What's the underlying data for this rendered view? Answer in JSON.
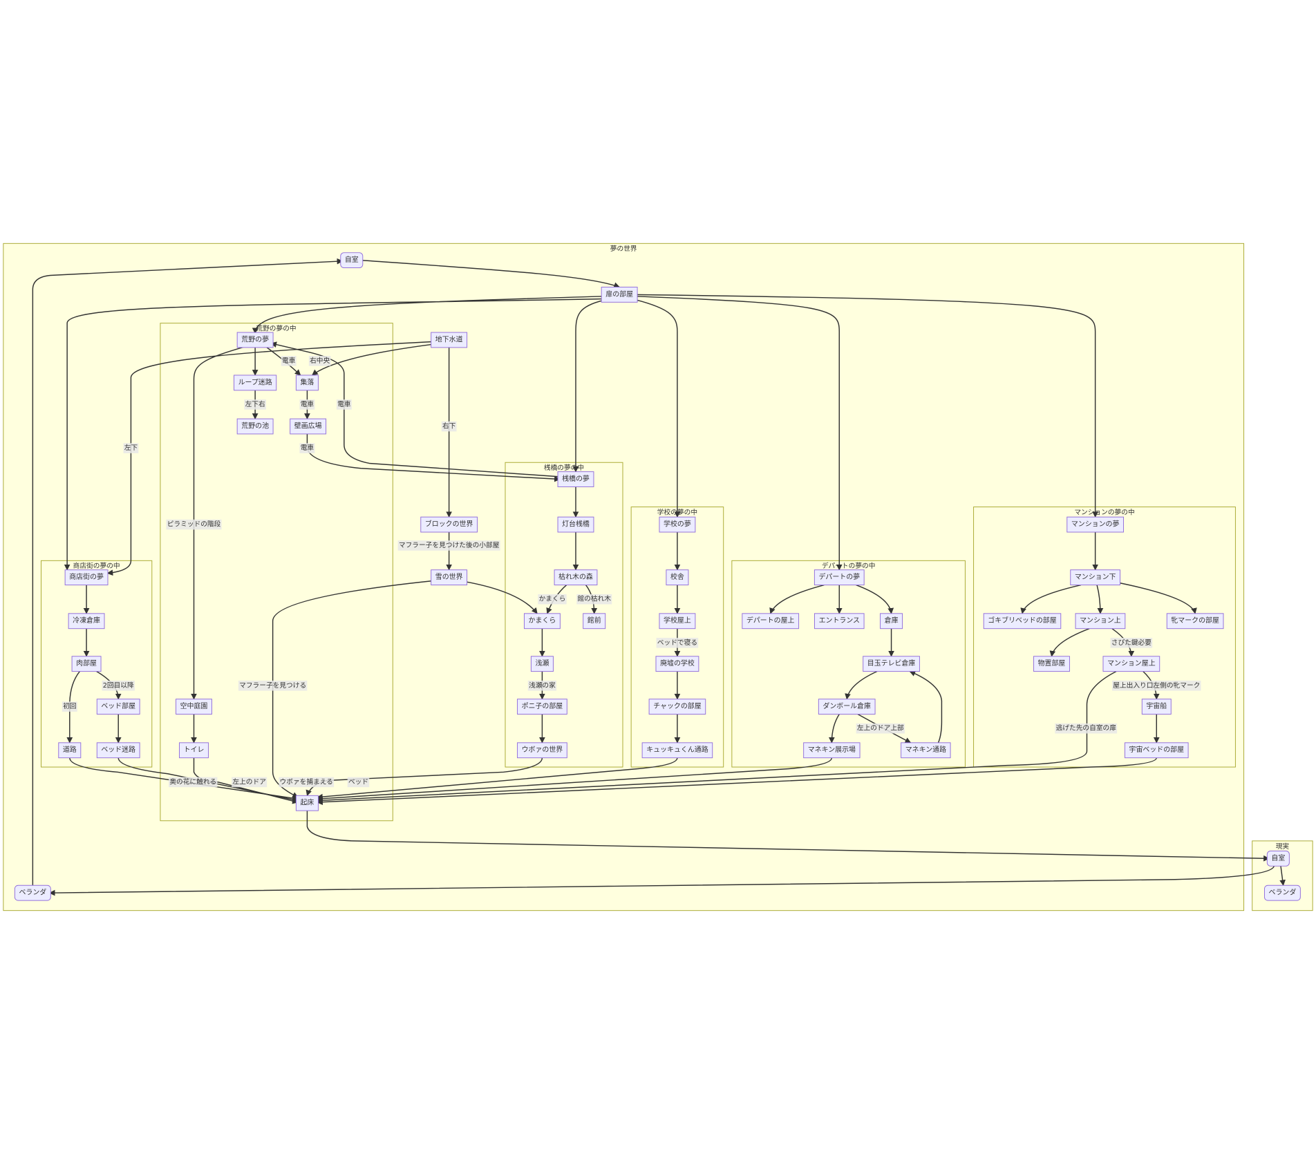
{
  "clusters": {
    "dream_world": "夢の世界",
    "wilderness": "荒野の夢の中",
    "shopping": "商店街の夢の中",
    "pier": "桟橋の夢の中",
    "school": "学校の夢の中",
    "department": "デパートの夢の中",
    "mansion": "マンションの夢の中",
    "reality": "現実"
  },
  "nodes": {
    "jishitsu": "自室",
    "tobira": "扉の部屋",
    "kouya": "荒野の夢",
    "chikasuido": "地下水道",
    "loop": "ループ迷路",
    "shuuraku": "集落",
    "kouya_ike": "荒野の池",
    "hekiga": "壁画広場",
    "sanbashi": "桟橋の夢",
    "block": "ブロックの世界",
    "toudai": "灯台桟橋",
    "gakkou": "学校の夢",
    "mansion": "マンションの夢",
    "shoutengai": "商店街の夢",
    "yuki": "雪の世界",
    "kareki": "枯れ木の森",
    "kousha": "校舎",
    "depart": "デパートの夢",
    "mansion_shita": "マンション下",
    "reitou": "冷凍倉庫",
    "kamakura": "かまくら",
    "yakata": "館前",
    "gakkou_okujou": "学校屋上",
    "depart_okujou": "デパートの屋上",
    "entrance": "エントランス",
    "souko": "倉庫",
    "gokiburi": "ゴキブリベッドの部屋",
    "mansion_ue": "マンション上",
    "mesu": "牝マークの部屋",
    "niku": "肉部屋",
    "asase": "浅瀬",
    "haikyo": "廃墟の学校",
    "medama": "目玉テレビ倉庫",
    "monooki": "物置部屋",
    "mansion_okujou": "マンション屋上",
    "kuuchuu": "空中庭園",
    "bed_heya": "ベッド部屋",
    "poniko": "ポニ子の部屋",
    "chack": "チャックの部屋",
    "danboru": "ダンボール倉庫",
    "uchuusen": "宇宙船",
    "douro": "道路",
    "bed_meiro": "ベッド迷路",
    "toire": "トイレ",
    "uboa": "ウボァの世界",
    "kyukkyu": "キュッキュくん通路",
    "manekin_tenji": "マネキン展示場",
    "manekin_tsuuro": "マネキン通路",
    "uchuu_bed": "宇宙ベッドの部屋",
    "kishou": "起床",
    "jishitsu_real": "自室",
    "veranda_dream": "ベランダ",
    "veranda_real": "ベランダ"
  },
  "edge_labels": {
    "densha1": "電車",
    "migi_chuuou": "右中央",
    "hidari_shita_migi": "左下右",
    "densha2": "電車",
    "densha3": "電車",
    "hidari_shita": "左下",
    "migi_shita": "右下",
    "densha4": "電車",
    "pyramid": "ピラミッドの階段",
    "muffler_after": "マフラー子を見つけた後の小部屋",
    "kamakura": "かまくら",
    "yakata_kareki": "館の枯れ木",
    "bed_neru": "ベッドで寝る",
    "asase_ie": "浅瀬の家",
    "nikaime": "2回目以降",
    "shokai": "初回",
    "muffler_find": "マフラー子を見つける",
    "hidariue_door_top": "左上のドア上部",
    "sabita_kagi": "さびた鍵必要",
    "okujou_mesu": "屋上出入り口左側の牝マーク",
    "nigeta_saki": "逃げた先の自室の扉",
    "oku_hana": "奥の花に触れる",
    "hidariue_door": "左上のドア",
    "uboa_tsukamaeru": "ウボァを捕まえる",
    "bed": "ベッド"
  }
}
